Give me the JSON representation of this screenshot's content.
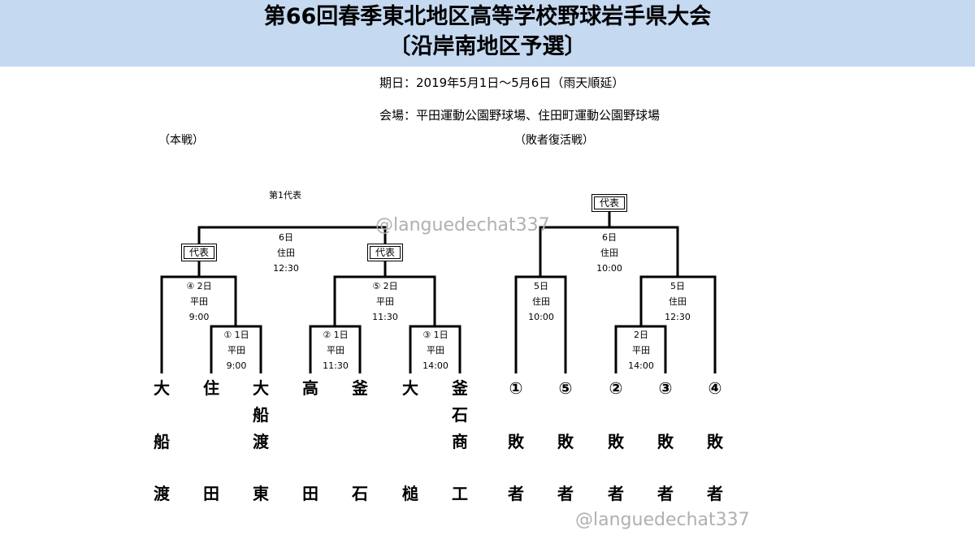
{
  "header": {
    "title_line1": "第66回春季東北地区高等学校野球岩手県大会",
    "title_line2": "〔沿岸南地区予選〕"
  },
  "info": {
    "dates": "期日：2019年5月1日～5月6日（雨天順延）",
    "venue": "会場：平田運動公園野球場、住田町運動公園野球場"
  },
  "sections": {
    "main": "（本戦）",
    "repechage": "（敗者復活戦）"
  },
  "main_bracket": {
    "top_label": "第1代表",
    "final": [
      "6日",
      "住田",
      "12:30"
    ],
    "rep_box_left": "代表",
    "rep_box_right": "代表",
    "game4": [
      "④ 2日",
      "平田",
      "9:00"
    ],
    "game5": [
      "⑤ 2日",
      "平田",
      "11:30"
    ],
    "game1": [
      "① 1日",
      "平田",
      "9:00"
    ],
    "game2": [
      "② 1日",
      "平田",
      "11:30"
    ],
    "game3": [
      "③ 1日",
      "平田",
      "14:00"
    ],
    "teams": [
      [
        "大",
        "",
        "船",
        "",
        "渡"
      ],
      [
        "住",
        "",
        "",
        "",
        "田"
      ],
      [
        "大",
        "船",
        "渡",
        "",
        "東"
      ],
      [
        "高",
        "",
        "",
        "",
        "田"
      ],
      [
        "釜",
        "",
        "",
        "",
        "石"
      ],
      [
        "大",
        "",
        "",
        "",
        "槌"
      ],
      [
        "釜",
        "石",
        "商",
        "",
        "工"
      ]
    ]
  },
  "repechage_bracket": {
    "top_box": "代表",
    "final": [
      "6日",
      "住田",
      "10:00"
    ],
    "game_left": [
      "5日",
      "住田",
      "10:00"
    ],
    "game_right": [
      "5日",
      "住田",
      "12:30"
    ],
    "game_inner": [
      "2日",
      "平田",
      "14:00"
    ],
    "slots": [
      [
        "①",
        "",
        "敗",
        "",
        "者"
      ],
      [
        "⑤",
        "",
        "敗",
        "",
        "者"
      ],
      [
        "②",
        "",
        "敗",
        "",
        "者"
      ],
      [
        "③",
        "",
        "敗",
        "",
        "者"
      ],
      [
        "④",
        "",
        "敗",
        "",
        "者"
      ]
    ]
  },
  "watermarks": [
    "@languedechat337",
    "@languedechat337"
  ]
}
